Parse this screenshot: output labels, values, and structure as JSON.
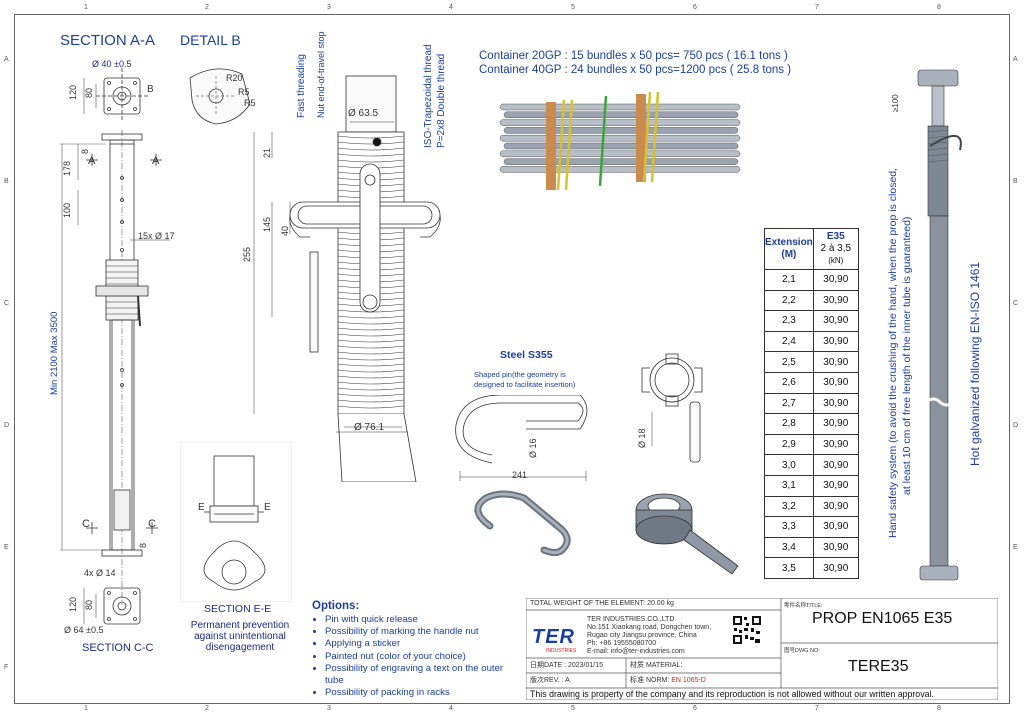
{
  "zones": {
    "columns": [
      "1",
      "2",
      "3",
      "4",
      "5",
      "6",
      "7",
      "8"
    ],
    "rows": [
      "A",
      "B",
      "C",
      "D",
      "E",
      "F"
    ]
  },
  "headings": {
    "section_aa": "SECTION A-A",
    "detail_b": "DETAIL B",
    "section_cc": "SECTION C-C",
    "section_ee": "SECTION E-E",
    "section_ee_note_1": "Permanent prevention",
    "section_ee_note_2": "against unintentional",
    "section_ee_note_3": "disengagement",
    "steel": "Steel S355",
    "shaped_pin_1": "Shaped pin(the geometry is",
    "shaped_pin_2": "designed to facilitate insertion)"
  },
  "containers": {
    "line1": "Container 20GP  : 15 bundles x 50 pcs= 750 pcs   ( 16.1 tons )",
    "line2": "Container 40GP  : 24 bundles x 50 pcs=1200 pcs  ( 25.8 tons )"
  },
  "thread_labels": {
    "fast": "Fast threading",
    "stop": "Nut end-of-travel stop",
    "iso": "ISO-Trapezoidal thread",
    "pitch": "P=2x8 Double thread"
  },
  "dimensions": {
    "plate_top": "40 ±0.5",
    "d120_top": "120",
    "d80_top": "80",
    "b_marker": "B",
    "r20": "R20",
    "r5a": "R5",
    "r5b": "R5",
    "d178": "178",
    "d8_top": "8",
    "d100": "100",
    "holes": "15x Ø 17",
    "min_max": "Min 2100 Max 3500",
    "a_left": "A",
    "a_right": "A",
    "c_left": "C",
    "c_right": "C",
    "d8_bot": "8",
    "holes_bot": "4x Ø 14",
    "d120_bot": "120",
    "d80_bot": "80",
    "plate_bot": "Ø 64 ±0.5",
    "d635": "Ø 63.5",
    "d21": "21",
    "d145": "145",
    "d40": "40",
    "d255": "255",
    "d761": "Ø 76.1",
    "d16": "Ø 16",
    "d18": "Ø 18",
    "d241": "241",
    "e_left": "E",
    "e_right": "E",
    "d100_right": "≥100"
  },
  "table": {
    "col1_header_1": "Extension",
    "col1_header_2": "(M)",
    "col2_header_1": "E35",
    "col2_header_2": "2 à 3,5",
    "col2_header_3": "(kN)",
    "rows": [
      {
        "ext": "2,1",
        "val": "30,90"
      },
      {
        "ext": "2,2",
        "val": "30,90"
      },
      {
        "ext": "2,3",
        "val": "30,90"
      },
      {
        "ext": "2,4",
        "val": "30,90"
      },
      {
        "ext": "2,5",
        "val": "30,90"
      },
      {
        "ext": "2,6",
        "val": "30,90"
      },
      {
        "ext": "2,7",
        "val": "30,90"
      },
      {
        "ext": "2,8",
        "val": "30,90"
      },
      {
        "ext": "2,9",
        "val": "30,90"
      },
      {
        "ext": "3,0",
        "val": "30,90"
      },
      {
        "ext": "3,1",
        "val": "30,90"
      },
      {
        "ext": "3,2",
        "val": "30,90"
      },
      {
        "ext": "3,3",
        "val": "30,90"
      },
      {
        "ext": "3,4",
        "val": "30,90"
      },
      {
        "ext": "3,5",
        "val": "30,90"
      }
    ]
  },
  "side_notes": {
    "hand_safety_1": "Hand safety system (to avoid the crushing of the hand, when the prop is closed,",
    "hand_safety_2": "at least 10 cm of free length of the inner tube is guaranteed)",
    "galvanized": "Hot galvanized following EN-ISO 1461"
  },
  "options": {
    "title": "Options:",
    "items": [
      "Pin with quick release",
      "Possibility of marking the handle nut",
      "Applying a sticker",
      "Painted nut (color of your choice)",
      "Possibility of engraving a text on the outer tube",
      "Possibility of packing in racks"
    ]
  },
  "title_block": {
    "total_weight": "TOTAL WEIGHT OF THE ELEMENT:  20.00 kg",
    "company": "TER INDUSTRIES.CO.,LTD",
    "address_1": "No.151 Xiaokang road, Dongchen town,",
    "address_2": "Rugao city Jiangsu province, China",
    "phone": "Ph: +86 19555080700",
    "email": "E-mail: info@ter-industries.com",
    "logo": "TER",
    "logo_sub": "INDUSTRIES",
    "date": "日期DATE : 2023/01/15",
    "material": "材质 MATERIAL:",
    "rev": "版次REV. : A",
    "norm_label": "标准 NORM:",
    "norm_value": "EN 1065-D",
    "title_label": "零件名称TITLE:",
    "title": "PROP EN1065 E35",
    "dwg_label": "图号DWG NO:",
    "dwg": "TERE35",
    "copyright": "This drawing is property of the company and its reproduction is not allowed without our written approval."
  },
  "colors": {
    "ink": "#1b3fa0",
    "line": "#333333",
    "steel": "#8e98a6",
    "wood": "#c98b4e",
    "strap_green": "#3aa63a",
    "strap_yellow": "#d8c22b",
    "brand_red": "#d81e1e"
  }
}
